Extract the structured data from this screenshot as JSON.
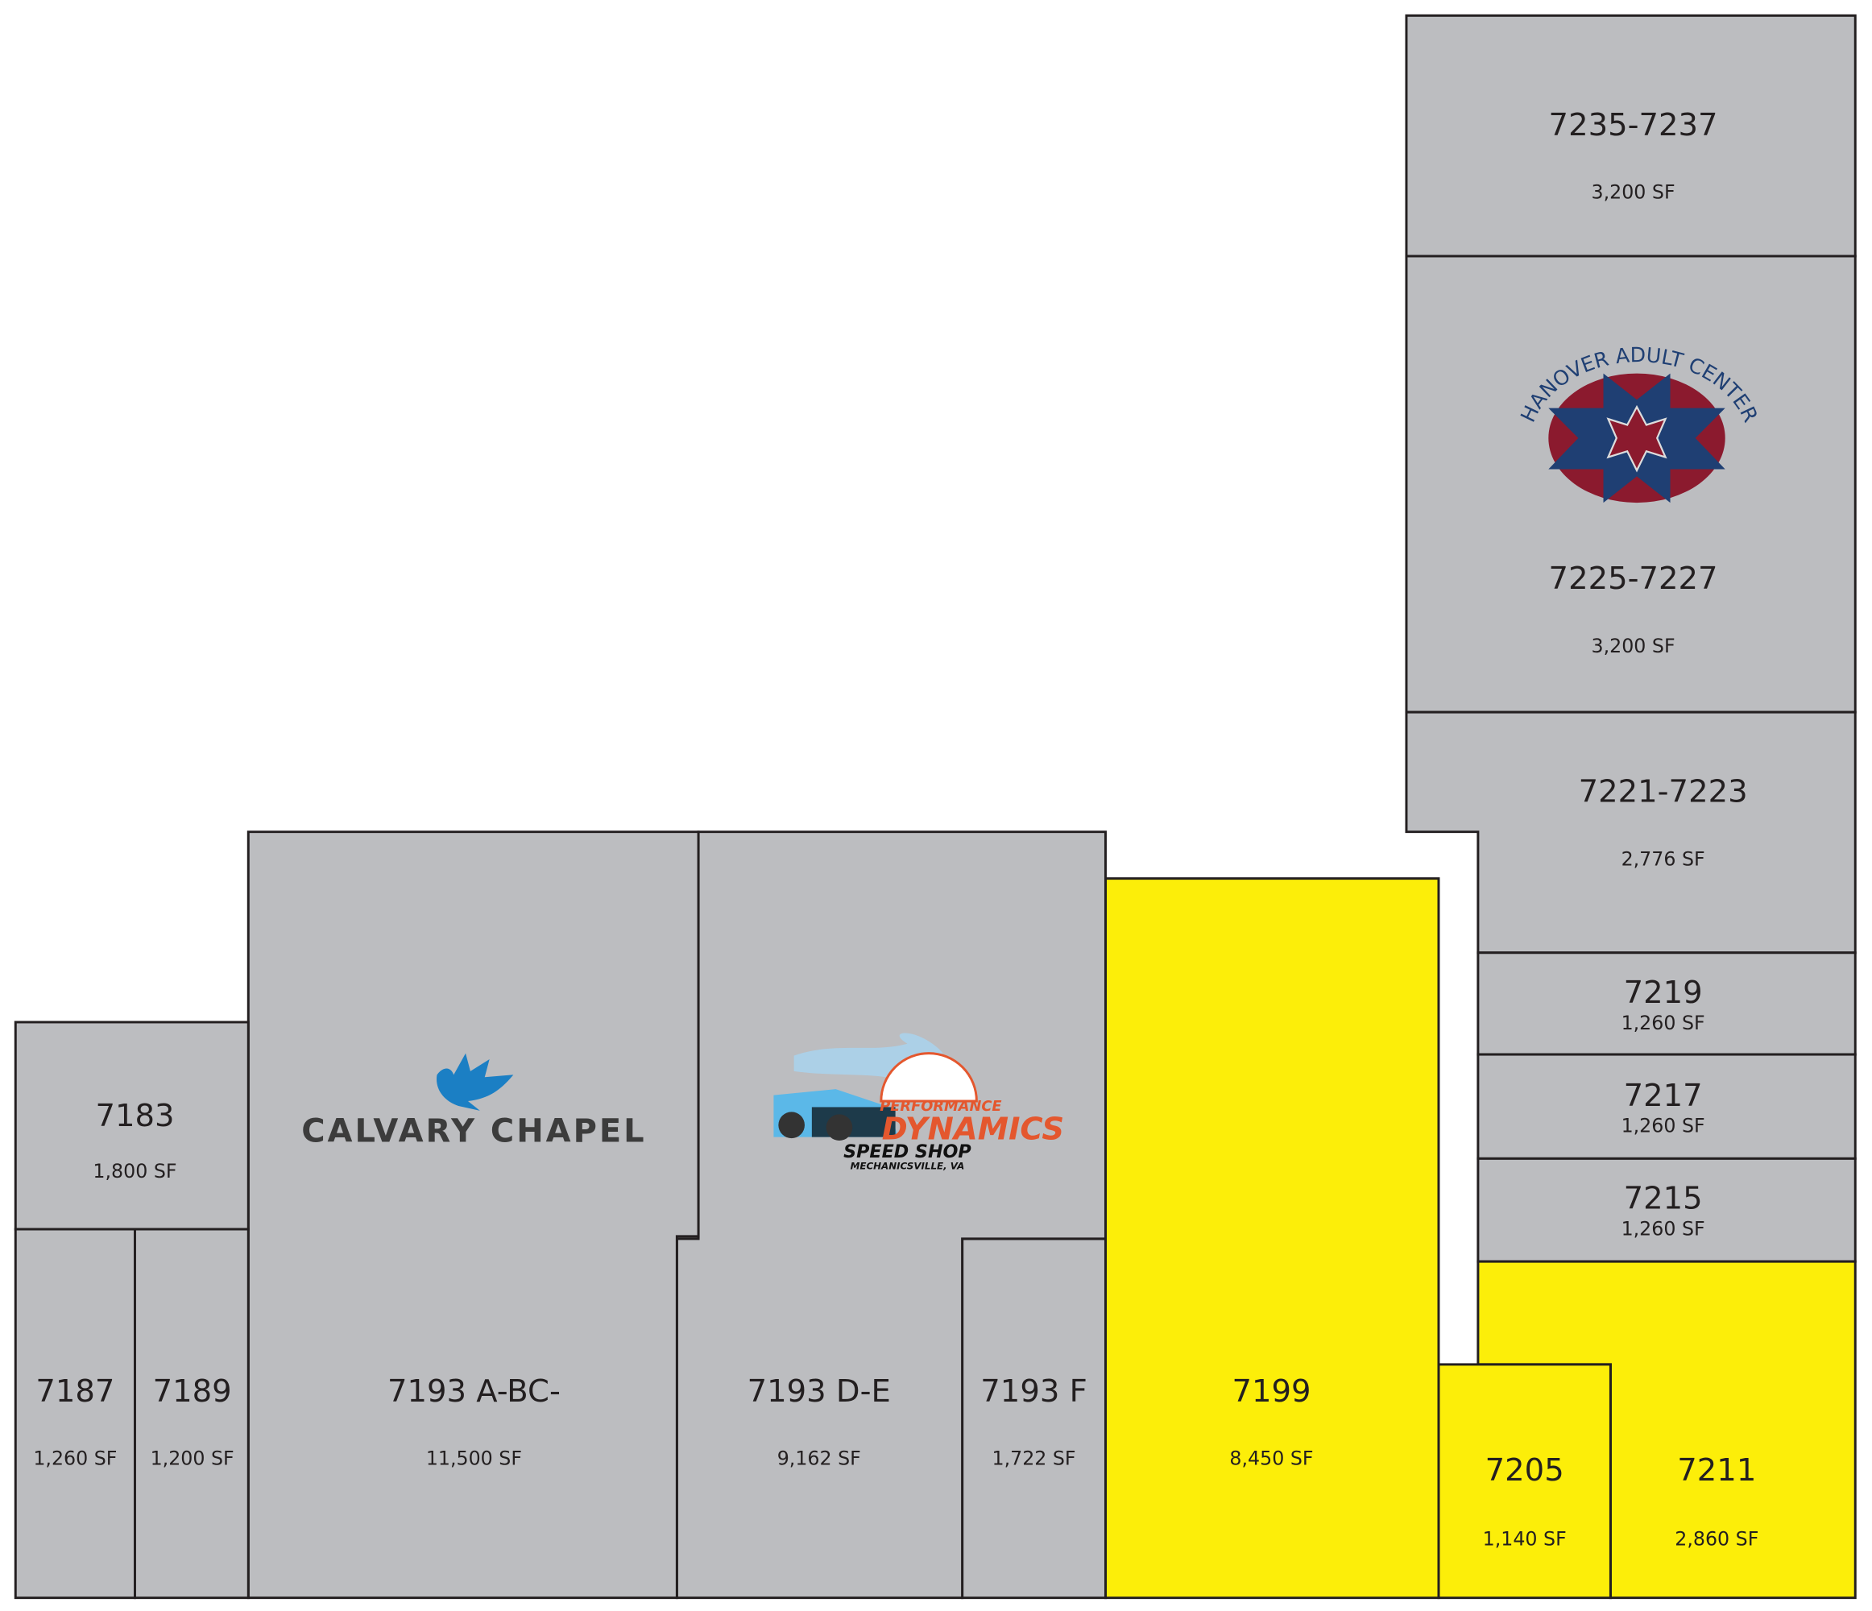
{
  "colors": {
    "leased": "#bcbdc0",
    "available": "#fcee09",
    "outline": "#231f20"
  },
  "units": [
    {
      "id": "7235-7237",
      "area": "3,200 SF",
      "status": "leased"
    },
    {
      "id": "7225-7227",
      "area": "3,200 SF",
      "status": "leased",
      "tenant_logo": "Hanover Adult Center"
    },
    {
      "id": "7221-7223",
      "area": "2,776 SF",
      "status": "leased"
    },
    {
      "id": "7219",
      "area": "1,260 SF",
      "status": "leased"
    },
    {
      "id": "7217",
      "area": "1,260 SF",
      "status": "leased"
    },
    {
      "id": "7215",
      "area": "1,260 SF",
      "status": "leased"
    },
    {
      "id": "7211",
      "area": "2,860 SF",
      "status": "available"
    },
    {
      "id": "7205",
      "area": "1,140 SF",
      "status": "available"
    },
    {
      "id": "7199",
      "area": "8,450 SF",
      "status": "available"
    },
    {
      "id": "7193 F",
      "area": "1,722 SF",
      "status": "leased"
    },
    {
      "id": "7193 D-E",
      "area": "9,162 SF",
      "status": "leased",
      "tenant_logo": "Performance Dynamics Speed Shop"
    },
    {
      "id": "7193 A-BC-",
      "area": "11,500 SF",
      "status": "leased",
      "tenant_logo": "Calvary Chapel"
    },
    {
      "id": "7183",
      "area": "1,800 SF",
      "status": "leased"
    },
    {
      "id": "7187",
      "area": "1,260 SF",
      "status": "leased"
    },
    {
      "id": "7189",
      "area": "1,200 SF",
      "status": "leased"
    }
  ],
  "logos": {
    "hanover": "HANOVER ADULT CENTER",
    "calvary": "CALVARY CHAPEL",
    "performance_1": "PERFORMANCE",
    "performance_2": "DYNAMICS",
    "performance_3": "SPEED SHOP",
    "performance_4": "MECHANICSVILLE, VA"
  }
}
